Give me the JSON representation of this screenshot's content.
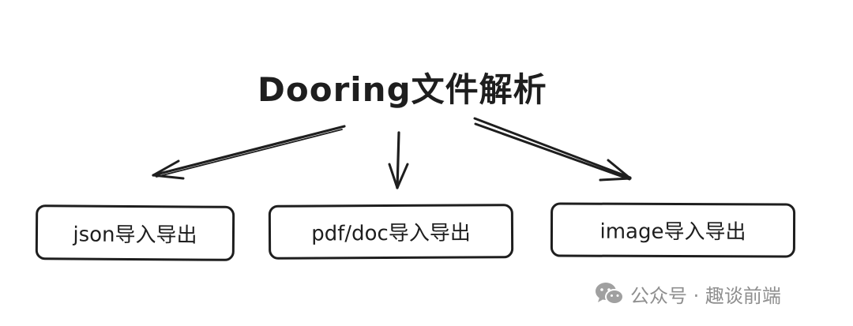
{
  "diagram": {
    "root": {
      "label": "Dooring文件解析"
    },
    "nodes": [
      {
        "id": "json",
        "label": "json导入导出"
      },
      {
        "id": "pdf",
        "label": "pdf/doc导入导出"
      },
      {
        "id": "image",
        "label": "image导入导出"
      }
    ],
    "edges": [
      {
        "from": "root",
        "to": "json"
      },
      {
        "from": "root",
        "to": "pdf"
      },
      {
        "from": "root",
        "to": "image"
      }
    ],
    "stroke_color": "#1e1e1e"
  },
  "watermark": {
    "text": "公众号 · 趣谈前端",
    "icon": "wechat-icon",
    "color": "#8f8f8f"
  }
}
